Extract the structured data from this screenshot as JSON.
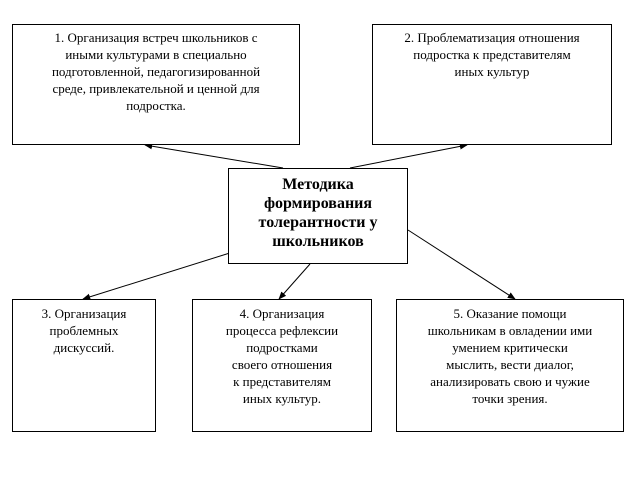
{
  "center": {
    "lines": [
      "Методика",
      "формирования",
      "толерантности у",
      "школьников"
    ]
  },
  "boxes": {
    "b1": [
      "1. Организация встреч школьников с",
      "иными культурами в специально",
      "подготовленной, педагогизированной",
      "среде, привлекательной и ценной для",
      "подростка."
    ],
    "b2": [
      "2. Проблематизация отношения",
      "подростка к представителям",
      "иных культур"
    ],
    "b3": [
      "3. Организация",
      "проблемных",
      "дискуссий."
    ],
    "b4": [
      "4. Организация",
      "процесса рефлексии",
      "подростками",
      "своего отношения",
      "к представителям",
      "иных культур."
    ],
    "b5": [
      "5. Оказание помощи",
      "школьникам в овладении ими",
      "умением критически",
      "мыслить, вести диалог,",
      "анализировать свою и чужие",
      "точки зрения."
    ]
  },
  "colors": {
    "line": "#000000",
    "background": "#ffffff"
  }
}
